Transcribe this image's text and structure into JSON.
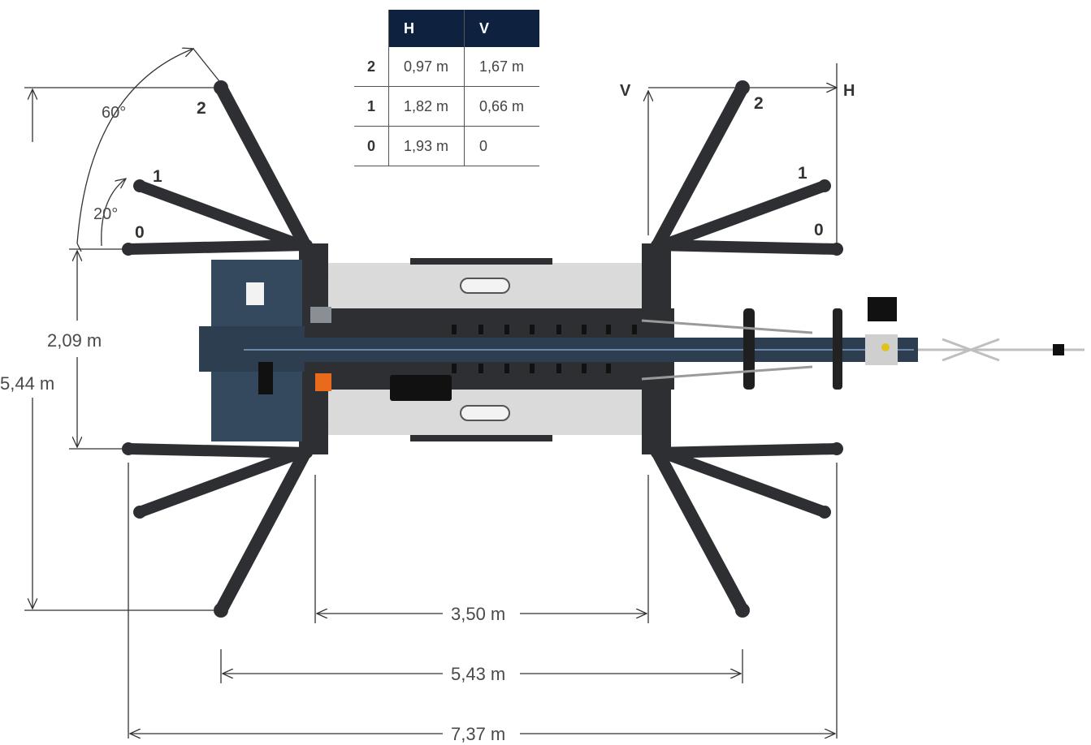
{
  "table": {
    "headers": [
      "H",
      "V"
    ],
    "rows": [
      {
        "pos": "2",
        "h": "0,97 m",
        "v": "1,67 m"
      },
      {
        "pos": "1",
        "h": "1,82 m",
        "v": "0,66 m"
      },
      {
        "pos": "0",
        "h": "1,93 m",
        "v": "0"
      }
    ]
  },
  "angles": {
    "upper": "60°",
    "lower": "20°"
  },
  "positions": {
    "two": "2",
    "one": "1",
    "zero": "0"
  },
  "axes": {
    "v": "V",
    "h": "H"
  },
  "dimensions": {
    "total_length": "5,44 m",
    "outrigger_spread": "2,09 m",
    "axle_distance": "3,50 m",
    "outer_width": "5,43 m",
    "total_width": "7,37 m"
  },
  "colors": {
    "header": "#0e2240",
    "frame": "#2e2f33",
    "platform": "#d9d9d9",
    "chassis": "#34495e",
    "accent": "#e86a1a"
  }
}
